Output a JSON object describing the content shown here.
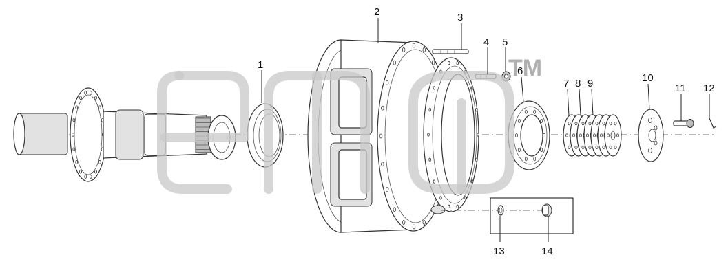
{
  "diagram": {
    "watermark_text": "TM",
    "callouts": [
      {
        "id": "1",
        "label": "1"
      },
      {
        "id": "2",
        "label": "2"
      },
      {
        "id": "3",
        "label": "3"
      },
      {
        "id": "4",
        "label": "4"
      },
      {
        "id": "5",
        "label": "5"
      },
      {
        "id": "6",
        "label": "6"
      },
      {
        "id": "7",
        "label": "7"
      },
      {
        "id": "8",
        "label": "8"
      },
      {
        "id": "9",
        "label": "9"
      },
      {
        "id": "10",
        "label": "10"
      },
      {
        "id": "11",
        "label": "11"
      },
      {
        "id": "12",
        "label": "12"
      },
      {
        "id": "13",
        "label": "13"
      },
      {
        "id": "14",
        "label": "14"
      }
    ]
  },
  "colors": {
    "line": "#333333",
    "watermark": "#c8c8c8",
    "background": "#ffffff"
  }
}
